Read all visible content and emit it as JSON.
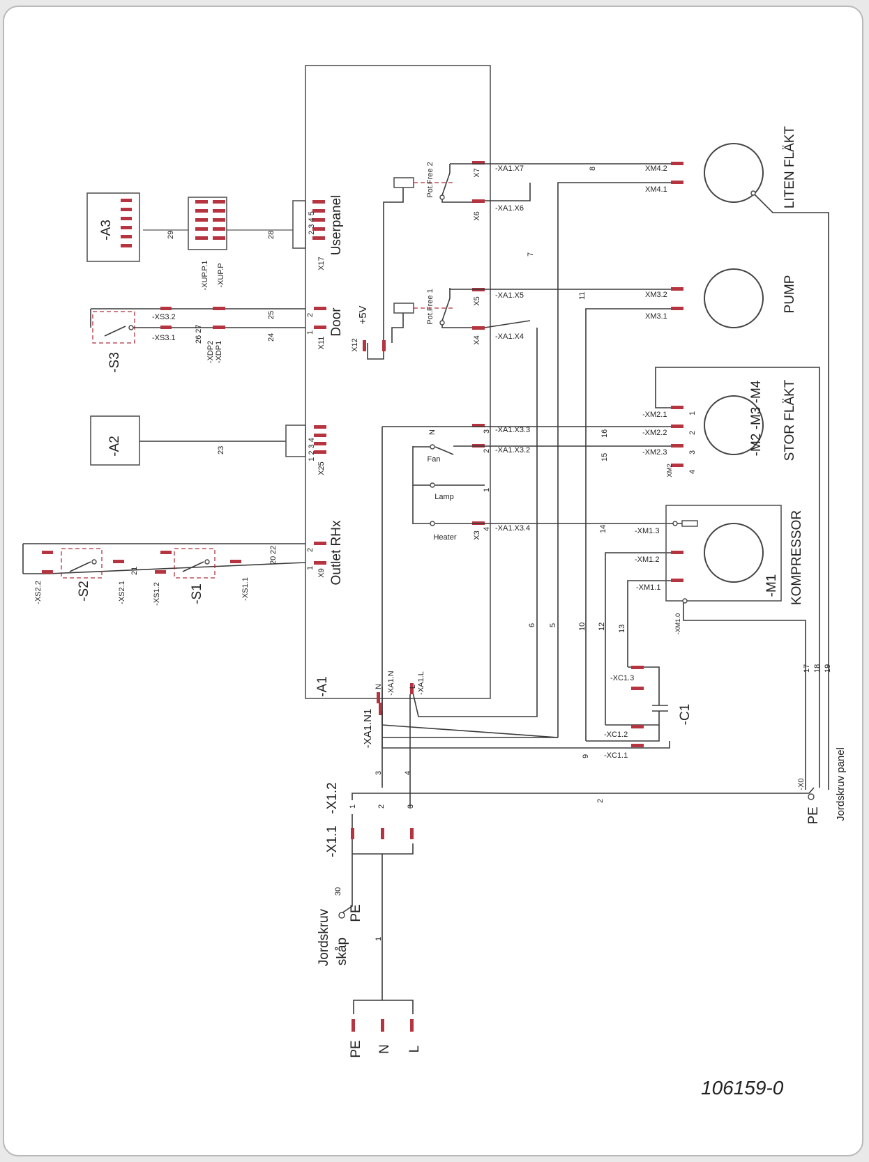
{
  "diagram": {
    "doc_number": "106159-0",
    "board": {
      "ref": "-A1",
      "outlet_label": "Outlet RHx",
      "door_label": "Door",
      "userpanel_label": "Userpanel",
      "x9": "X9",
      "x11": "X11",
      "x17": "X17",
      "x25": "X25",
      "x12": "X12",
      "x3": "X3",
      "x4": "X4",
      "x5": "X5",
      "x6": "X6",
      "x7": "X7",
      "plus5v": "+5V",
      "potfree1": "Pot.Free 1",
      "potfree2": "Pot.Free 2",
      "fan": "Fan",
      "lamp": "Lamp",
      "heater": "Heater",
      "n": "N",
      "l": "L",
      "n_small": "N"
    },
    "components": {
      "a3": "-A3",
      "a2": "-A2",
      "s1": "-S1",
      "s2": "-S2",
      "s3": "-S3",
      "c1": "-C1",
      "m1": "-M1",
      "m2m3m4": "-M2 -M3 -M4",
      "liten_flakt": "LITEN FLÄKT",
      "pump": "PUMP",
      "stor_flakt": "STOR FLÄKT",
      "kompressor": "KOMPRESSOR"
    },
    "terminals": {
      "xs22": "-XS2.2",
      "xs21": "-XS2.1",
      "xs12": "-XS1.2",
      "xs11": "-XS1.1",
      "xs32": "-XS3.2",
      "xs31": "-XS3.1",
      "xdp2": "-XDP2",
      "xdp1": "-XDP1",
      "xupp1": "-XUP.P.1",
      "xupp": "-XUP.P",
      "xa1x7": "-XA1.X7",
      "xa1x6": "-XA1.X6",
      "xa1x5": "-XA1.X5",
      "xa1x4": "-XA1.X4",
      "xa1x33": "-XA1.X3.3",
      "xa1x32": "-XA1.X3.2",
      "xa1x34": "-XA1.X3.4",
      "xa1n": "-XA1.N",
      "xa1l": "-XA1.L",
      "xa1n1": "-XA1.N1",
      "xm42": "XM4.2",
      "xm41": "XM4.1",
      "xm32": "XM3.2",
      "xm31": "XM3.1",
      "xm21": "-XM2.1",
      "xm22": "-XM2.2",
      "xm23": "-XM2.3",
      "xm2": "XM2",
      "xm13": "-XM1.3",
      "xm12": "-XM1.2",
      "xm11": "-XM1.1",
      "xm10": "-XM1.0",
      "xc13": "-XC1.3",
      "xc12": "-XC1.2",
      "xc11": "-XC1.1",
      "x11t": "-X1.1",
      "x12t": "-X1.2",
      "x0": "-X0"
    },
    "earth": {
      "pe_right": "PE",
      "jordskruv_panel": "Jordskruv panel",
      "pe_left": "PE",
      "jordskruv_skap_1": "Jordskruv",
      "jordskruv_skap_2": "skåp"
    },
    "supply": {
      "pe": "PE",
      "n": "N",
      "l": "L"
    },
    "wire_numbers": [
      "1",
      "2",
      "3",
      "4",
      "5",
      "6",
      "7",
      "8",
      "9",
      "10",
      "11",
      "12",
      "13",
      "14",
      "15",
      "16",
      "17",
      "18",
      "19",
      "20",
      "21",
      "22",
      "23",
      "24",
      "25",
      "26 27",
      "28",
      "29",
      "30"
    ],
    "pin_numbers": {
      "p1": "1",
      "p2": "2",
      "p3": "3",
      "p4": "4",
      "p1234": "1 2 3 4",
      "p2345": "2 3 4 5"
    }
  }
}
